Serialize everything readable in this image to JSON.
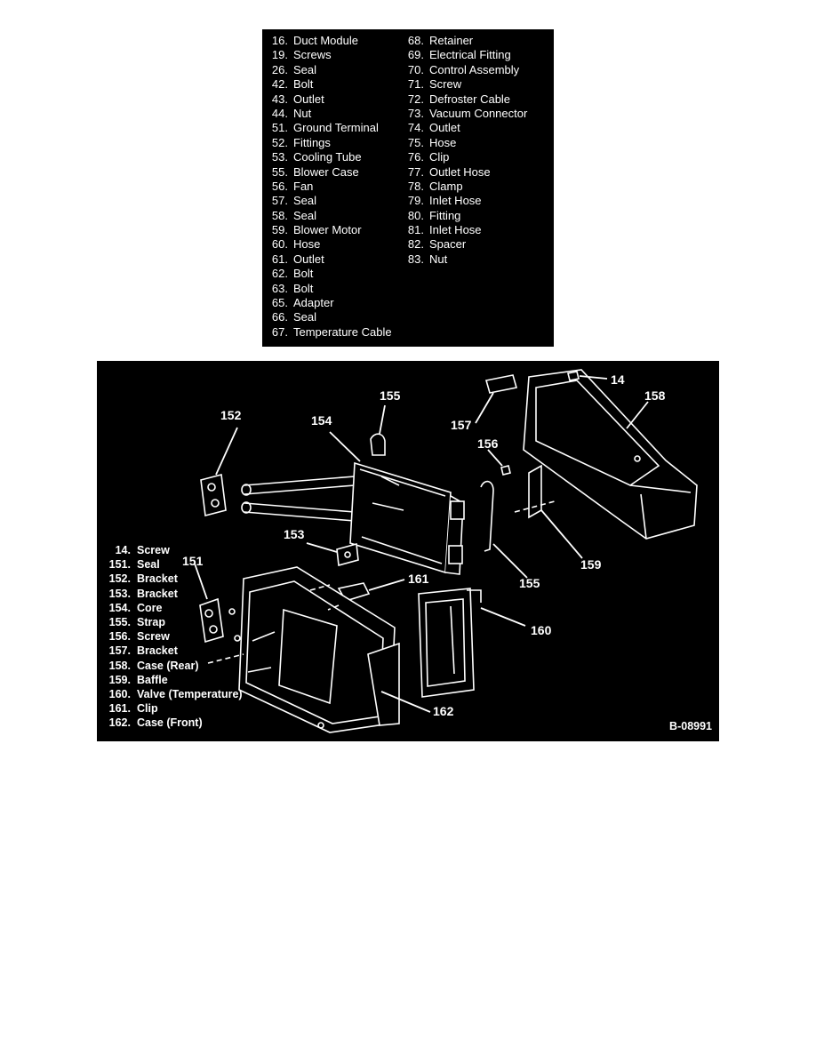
{
  "legend_top": {
    "left": [
      {
        "num": "16.",
        "label": "Duct Module"
      },
      {
        "num": "19.",
        "label": "Screws"
      },
      {
        "num": "26.",
        "label": "Seal"
      },
      {
        "num": "42.",
        "label": "Bolt"
      },
      {
        "num": "43.",
        "label": "Outlet"
      },
      {
        "num": "44.",
        "label": "Nut"
      },
      {
        "num": "51.",
        "label": "Ground Terminal"
      },
      {
        "num": "52.",
        "label": "Fittings"
      },
      {
        "num": "53.",
        "label": "Cooling Tube"
      },
      {
        "num": "55.",
        "label": "Blower Case"
      },
      {
        "num": "56.",
        "label": "Fan"
      },
      {
        "num": "57.",
        "label": "Seal"
      },
      {
        "num": "58.",
        "label": "Seal"
      },
      {
        "num": "59.",
        "label": "Blower Motor"
      },
      {
        "num": "60.",
        "label": "Hose"
      },
      {
        "num": "61.",
        "label": "Outlet"
      },
      {
        "num": "62.",
        "label": "Bolt"
      },
      {
        "num": "63.",
        "label": "Bolt"
      },
      {
        "num": "65.",
        "label": "Adapter"
      },
      {
        "num": "66.",
        "label": "Seal"
      },
      {
        "num": "67.",
        "label": "Temperature Cable"
      }
    ],
    "right": [
      {
        "num": "68.",
        "label": "Retainer"
      },
      {
        "num": "69.",
        "label": "Electrical Fitting"
      },
      {
        "num": "70.",
        "label": "Control Assembly"
      },
      {
        "num": "71.",
        "label": "Screw"
      },
      {
        "num": "72.",
        "label": "Defroster Cable"
      },
      {
        "num": "73.",
        "label": "Vacuum Connector"
      },
      {
        "num": "74.",
        "label": "Outlet"
      },
      {
        "num": "75.",
        "label": "Hose"
      },
      {
        "num": "76.",
        "label": "Clip"
      },
      {
        "num": "77.",
        "label": "Outlet Hose"
      },
      {
        "num": "78.",
        "label": "Clamp"
      },
      {
        "num": "79.",
        "label": "Inlet Hose"
      },
      {
        "num": "80.",
        "label": "Fitting"
      },
      {
        "num": "81.",
        "label": "Inlet Hose"
      },
      {
        "num": "82.",
        "label": "Spacer"
      },
      {
        "num": "83.",
        "label": "Nut"
      }
    ]
  },
  "diagram": {
    "callouts": {
      "c14": "14",
      "c151": "151",
      "c152": "152",
      "c153": "153",
      "c154": "154",
      "c155a": "155",
      "c155b": "155",
      "c156": "156",
      "c157": "157",
      "c158": "158",
      "c159": "159",
      "c160": "160",
      "c161": "161",
      "c162": "162"
    },
    "parts": [
      {
        "num": "14.",
        "label": "Screw"
      },
      {
        "num": "151.",
        "label": "Seal"
      },
      {
        "num": "152.",
        "label": "Bracket"
      },
      {
        "num": "153.",
        "label": "Bracket"
      },
      {
        "num": "154.",
        "label": "Core"
      },
      {
        "num": "155.",
        "label": "Strap"
      },
      {
        "num": "156.",
        "label": "Screw"
      },
      {
        "num": "157.",
        "label": "Bracket"
      },
      {
        "num": "158.",
        "label": "Case (Rear)"
      },
      {
        "num": "159.",
        "label": "Baffle"
      },
      {
        "num": "160.",
        "label": "Valve (Temperature)"
      },
      {
        "num": "161.",
        "label": "Clip"
      },
      {
        "num": "162.",
        "label": "Case (Front)"
      }
    ],
    "figure_id": "B-08991"
  }
}
